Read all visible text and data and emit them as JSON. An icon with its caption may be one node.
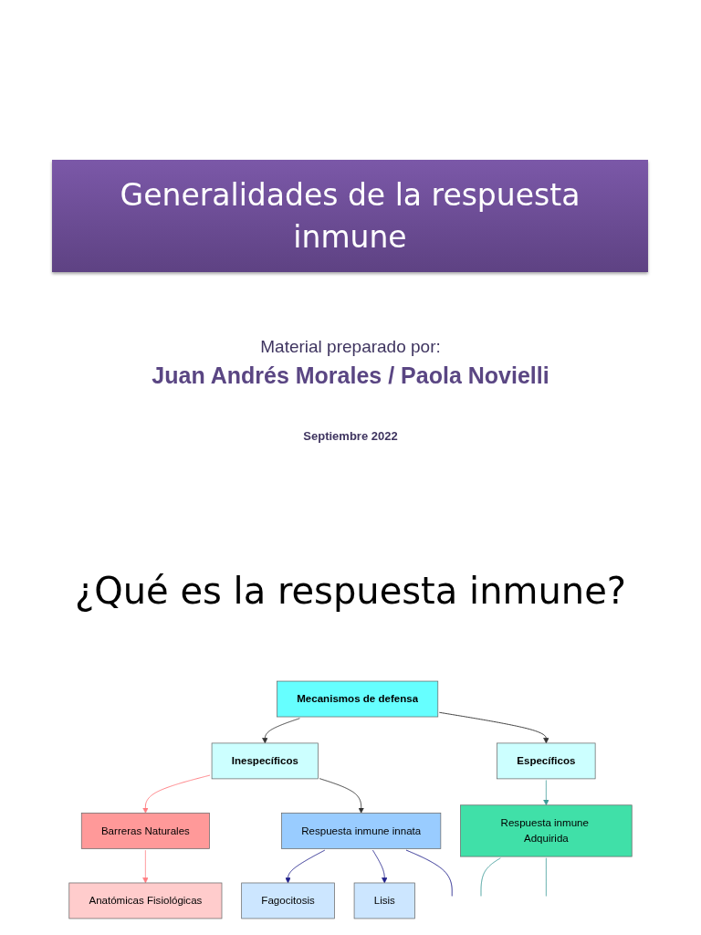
{
  "diagram": {
    "title": "Generalidades de la respuesta inmune",
    "nodes": [
      {
        "text": [
          "Mecanismos de defensa"
        ]
      },
      {
        "text": [
          "Inespecíficos"
        ]
      },
      {
        "text": [
          "Específicos"
        ]
      },
      {
        "text": [
          "Barreras Naturales"
        ]
      },
      {
        "text": [
          "Respuesta inmune innata"
        ]
      },
      {
        "text": [
          "Respuesta inmune Adquirida"
        ]
      },
      {
        "text": [
          "Anatómicas Fisiológicas"
        ]
      },
      {
        "text": [
          "Fagocitosis"
        ]
      },
      {
        "text": [
          "Lisis"
        ]
      }
    ],
    "edges": [
      {
        "from": 0,
        "to": 1,
        "arrow": "to"
      },
      {
        "from": 0,
        "to": 2,
        "arrow": "to"
      },
      {
        "from": 1,
        "to": 3,
        "arrow": "to",
        "color": "#ff7c80"
      },
      {
        "from": 1,
        "to": 4,
        "arrow": "to"
      },
      {
        "from": 2,
        "to": 5,
        "arrow": "to",
        "color": "#3c9a96"
      },
      {
        "from": 3,
        "to": 6,
        "arrow": "to",
        "color": "#ff7c80"
      },
      {
        "from": 4,
        "to": 7,
        "arrow": "to",
        "color": "#20208a"
      },
      {
        "from": 4,
        "to": 8,
        "arrow": "to",
        "color": "#20208a"
      },
      {
        "from": 4,
        "to": null,
        "arrow": "none",
        "color": "#20208a"
      },
      {
        "from": 5,
        "to": null,
        "arrow": "none",
        "color": "#3c9a96"
      },
      {
        "from": 5,
        "to": null,
        "arrow": "none",
        "color": "#3c9a96"
      }
    ],
    "labels": [
      "Material preparado por:",
      "Juan Andrés Morales / Paola Novielli",
      "Septiembre 2022",
      "¿Qué es la respuesta inmune?"
    ]
  }
}
